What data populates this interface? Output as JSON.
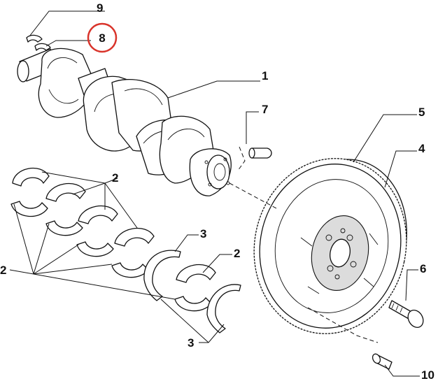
{
  "diagram": {
    "labels": {
      "l1": "1",
      "l2a": "2",
      "l2b": "2",
      "l2c": "2",
      "l3a": "3",
      "l3b": "3",
      "l4": "4",
      "l5": "5",
      "l6": "6",
      "l7": "7",
      "l8": "8",
      "l9": "9",
      "l10": "10"
    },
    "highlight_color": "#d9342b"
  }
}
